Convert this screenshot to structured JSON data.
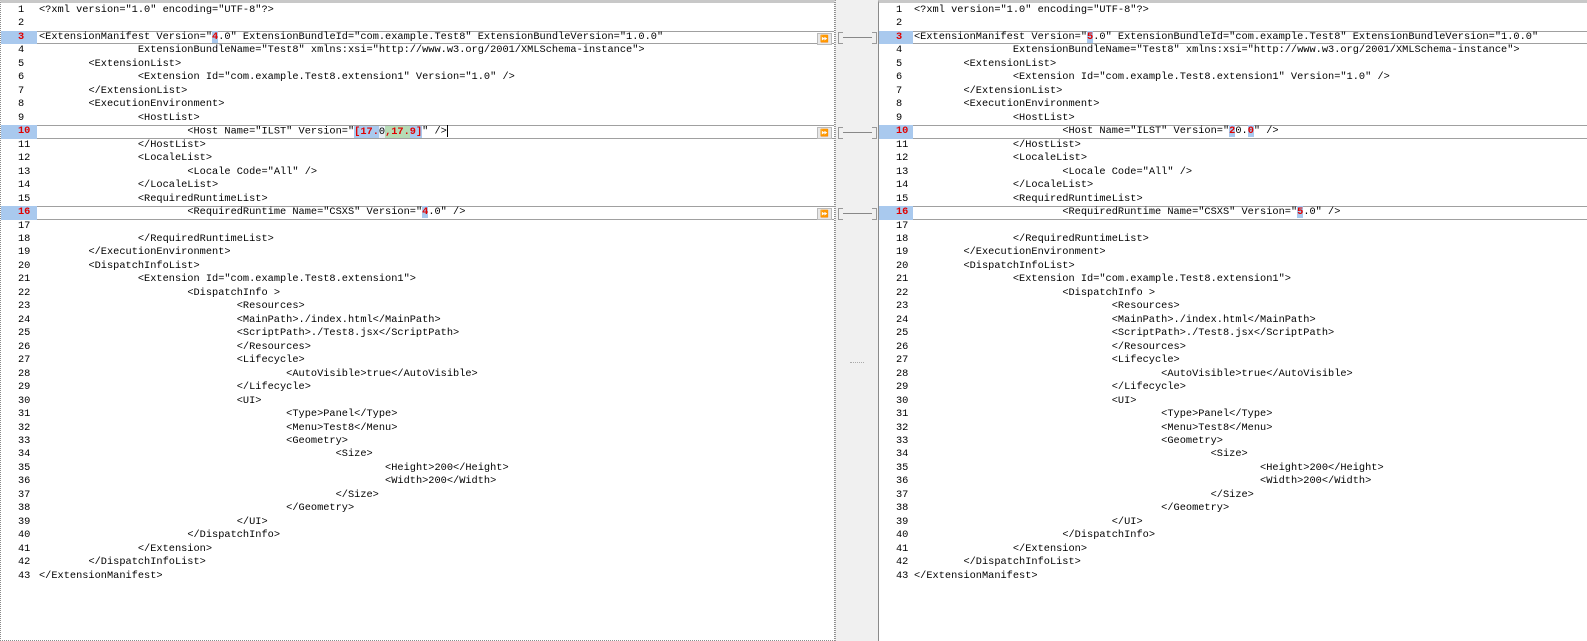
{
  "left": {
    "lines": [
      "<?xml version=\"1.0\" encoding=\"UTF-8\"?>",
      "",
      [
        [
          "<ExtensionManifest Version=\"",
          ""
        ],
        [
          "4",
          "d"
        ],
        [
          ".0\" ExtensionBundleId=\"com.example.Test8\" ExtensionBundleVersion=\"1.0.0\"",
          ""
        ]
      ],
      "\t\tExtensionBundleName=\"Test8\" xmlns:xsi=\"http://www.w3.org/2001/XMLSchema-instance\">",
      "\t<ExtensionList>",
      "\t\t<Extension Id=\"com.example.Test8.extension1\" Version=\"1.0\" />",
      "\t</ExtensionList>",
      "\t<ExecutionEnvironment>",
      "\t\t<HostList>",
      [
        [
          "\t\t\t<Host Name=\"ILST\" Version=\"",
          ""
        ],
        [
          "[17.",
          "d"
        ],
        [
          "0",
          "m"
        ],
        [
          ",17.",
          "g"
        ],
        [
          "9]",
          "d"
        ],
        [
          "\" />",
          ""
        ]
      ],
      "\t\t</HostList>",
      "\t\t<LocaleList>",
      "\t\t\t<Locale Code=\"All\" />",
      "\t\t</LocaleList>",
      "\t\t<RequiredRuntimeList>",
      [
        [
          "\t\t\t<RequiredRuntime Name=\"CSXS\" Version=\"",
          ""
        ],
        [
          "4",
          "d"
        ],
        [
          ".0\" />",
          ""
        ]
      ],
      "",
      "\t\t</RequiredRuntimeList>",
      "\t</ExecutionEnvironment>",
      "\t<DispatchInfoList>",
      "\t\t<Extension Id=\"com.example.Test8.extension1\">",
      "\t\t\t<DispatchInfo >",
      "\t\t\t\t<Resources>",
      "\t\t\t\t<MainPath>./index.html</MainPath>",
      "\t\t\t\t<ScriptPath>./Test8.jsx</ScriptPath>",
      "\t\t\t\t</Resources>",
      "\t\t\t\t<Lifecycle>",
      "\t\t\t\t\t<AutoVisible>true</AutoVisible>",
      "\t\t\t\t</Lifecycle>",
      "\t\t\t\t<UI>",
      "\t\t\t\t\t<Type>Panel</Type>",
      "\t\t\t\t\t<Menu>Test8</Menu>",
      "\t\t\t\t\t<Geometry>",
      "\t\t\t\t\t\t<Size>",
      "\t\t\t\t\t\t\t<Height>200</Height>",
      "\t\t\t\t\t\t\t<Width>200</Width>",
      "\t\t\t\t\t\t</Size>",
      "\t\t\t\t\t</Geometry>",
      "\t\t\t\t</UI>",
      "\t\t\t</DispatchInfo>",
      "\t\t</Extension>",
      "\t</DispatchInfoList>",
      "</ExtensionManifest>"
    ]
  },
  "right": {
    "lines": [
      "<?xml version=\"1.0\" encoding=\"UTF-8\"?>",
      "",
      [
        [
          "<ExtensionManifest Version=\"",
          ""
        ],
        [
          "5",
          "d"
        ],
        [
          ".0\" ExtensionBundleId=\"com.example.Test8\" ExtensionBundleVersion=\"1.0.0\"",
          ""
        ]
      ],
      "\t\tExtensionBundleName=\"Test8\" xmlns:xsi=\"http://www.w3.org/2001/XMLSchema-instance\">",
      "\t<ExtensionList>",
      "\t\t<Extension Id=\"com.example.Test8.extension1\" Version=\"1.0\" />",
      "\t</ExtensionList>",
      "\t<ExecutionEnvironment>",
      "\t\t<HostList>",
      [
        [
          "\t\t\t<Host Name=\"ILST\" Version=\"",
          ""
        ],
        [
          "2",
          "d"
        ],
        [
          "0.",
          ""
        ],
        [
          "0",
          "d"
        ],
        [
          "\" />",
          ""
        ]
      ],
      "\t\t</HostList>",
      "\t\t<LocaleList>",
      "\t\t\t<Locale Code=\"All\" />",
      "\t\t</LocaleList>",
      "\t\t<RequiredRuntimeList>",
      [
        [
          "\t\t\t<RequiredRuntime Name=\"CSXS\" Version=\"",
          ""
        ],
        [
          "5",
          "d"
        ],
        [
          ".0\" />",
          ""
        ]
      ],
      "",
      "\t\t</RequiredRuntimeList>",
      "\t</ExecutionEnvironment>",
      "\t<DispatchInfoList>",
      "\t\t<Extension Id=\"com.example.Test8.extension1\">",
      "\t\t\t<DispatchInfo >",
      "\t\t\t\t<Resources>",
      "\t\t\t\t<MainPath>./index.html</MainPath>",
      "\t\t\t\t<ScriptPath>./Test8.jsx</ScriptPath>",
      "\t\t\t\t</Resources>",
      "\t\t\t\t<Lifecycle>",
      "\t\t\t\t\t<AutoVisible>true</AutoVisible>",
      "\t\t\t\t</Lifecycle>",
      "\t\t\t\t<UI>",
      "\t\t\t\t\t<Type>Panel</Type>",
      "\t\t\t\t\t<Menu>Test8</Menu>",
      "\t\t\t\t\t<Geometry>",
      "\t\t\t\t\t\t<Size>",
      "\t\t\t\t\t\t\t<Height>200</Height>",
      "\t\t\t\t\t\t\t<Width>200</Width>",
      "\t\t\t\t\t\t</Size>",
      "\t\t\t\t\t</Geometry>",
      "\t\t\t\t</UI>",
      "\t\t\t</DispatchInfo>",
      "\t\t</Extension>",
      "\t</DispatchInfoList>",
      "</ExtensionManifest>"
    ]
  },
  "diff_lines": [
    3,
    10,
    16
  ],
  "copy_button_icon": "copy-to-right-icon",
  "copy_button_glyph": "⏩",
  "colors": {
    "diff_bg": "#a9c9ee",
    "moved_bg": "#b5dbb5",
    "diff_text": "#e00000"
  }
}
